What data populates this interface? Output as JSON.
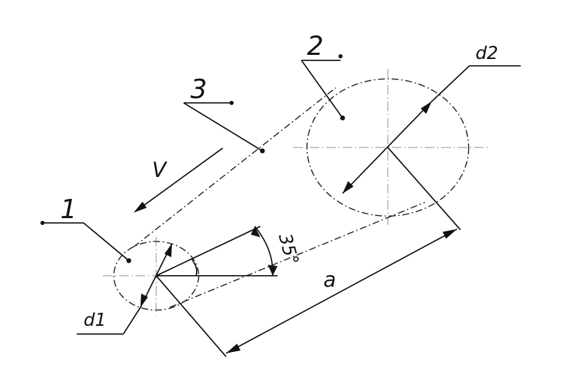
{
  "labels": {
    "part_1": "1",
    "part_2": "2",
    "part_3": "3",
    "diameter_small": "d1",
    "diameter_large": "d2",
    "center_distance": "a",
    "velocity": "V",
    "angle": "35°"
  }
}
